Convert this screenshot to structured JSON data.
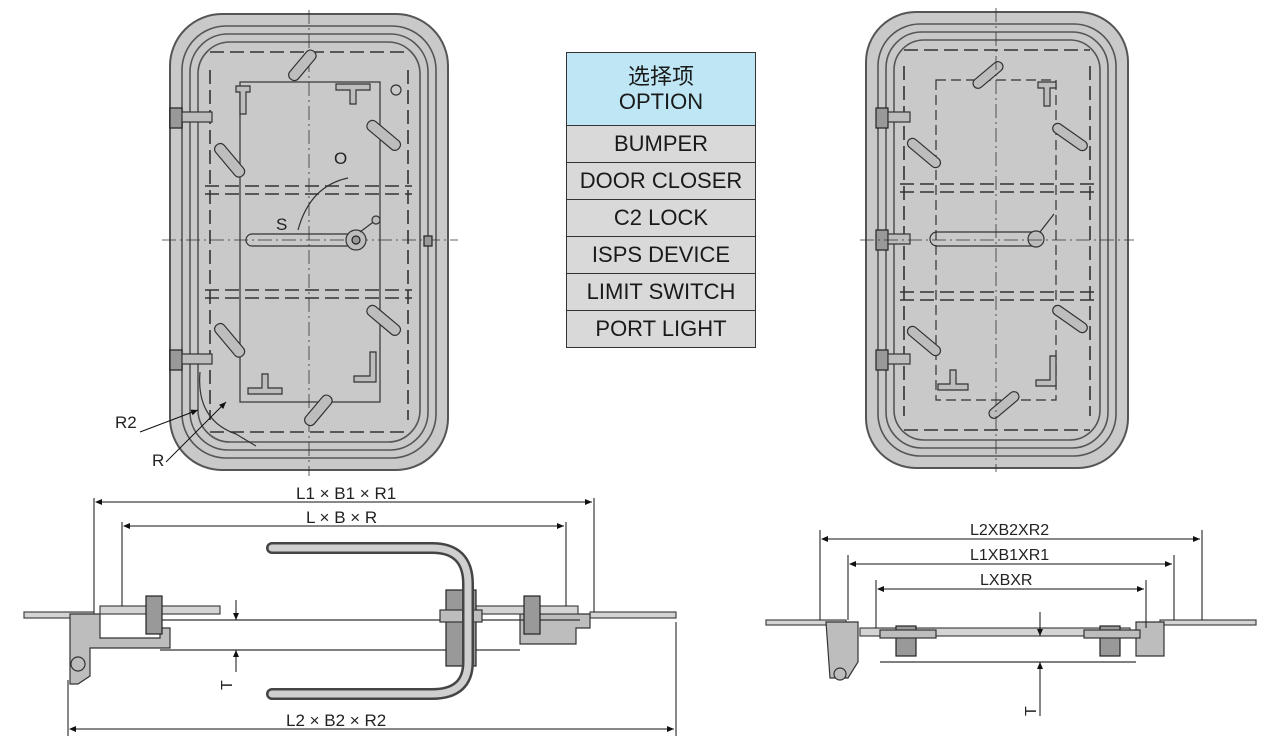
{
  "option_table": {
    "header_cn": "选择项",
    "header_en": "OPTION",
    "items": [
      "BUMPER",
      "DOOR CLOSER",
      "C2 LOCK",
      "ISPS DEVICE",
      "LIMIT SWITCH",
      "PORT LIGHT"
    ]
  },
  "left_door": {
    "label_o": "O",
    "label_s": "S",
    "label_r2": "R2",
    "label_r": "R"
  },
  "left_section": {
    "dim_top": "L1 × B1 × R1",
    "dim_mid": "L × B × R",
    "dim_bottom": "L2 × B2 × R2",
    "thickness": "T"
  },
  "right_section": {
    "dim_outer": "L2XB2XR2",
    "dim_mid": "L1XB1XR1",
    "dim_inner": "LXBXR",
    "thickness": "T"
  },
  "colors": {
    "door_fill": "#c9c9c9",
    "option_header": "#bfe6f5",
    "option_row": "#d9d9d9"
  }
}
